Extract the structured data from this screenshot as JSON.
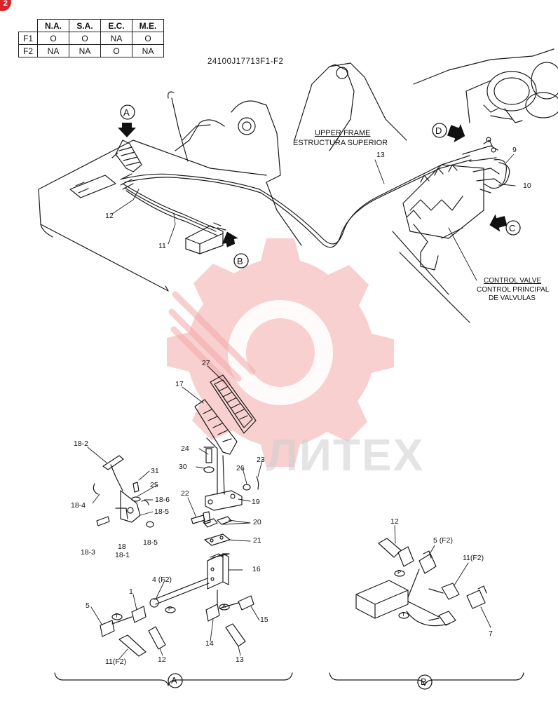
{
  "page_badge": "2",
  "watermark_text": "ЛИТЕХ",
  "applicability_table": {
    "headers": [
      "N.A.",
      "S.A.",
      "E.C.",
      "M.E."
    ],
    "rows": [
      {
        "label": "F1",
        "values": [
          "O",
          "O",
          "NA",
          "O"
        ]
      },
      {
        "label": "F2",
        "values": [
          "NA",
          "NA",
          "O",
          "NA"
        ]
      }
    ]
  },
  "drawing_code": "24100J17713F1-F2",
  "callouts": {
    "a": "A",
    "b": "B",
    "c": "C",
    "d": "D"
  },
  "overview_labels": {
    "upper_frame_en": "UPPER FRAME",
    "upper_frame_es": "ESTRUCTURA SUPERIOR",
    "control_valve_en": "CONTROL VALVE",
    "control_valve_es_1": "CONTROL PRINCIPAL",
    "control_valve_es_2": "DE VALVULAS"
  },
  "overview_parts": [
    "12",
    "11",
    "13",
    "9",
    "10"
  ],
  "detail_a_parts": [
    "27",
    "17",
    "18-2",
    "24",
    "30",
    "26",
    "23",
    "31",
    "25",
    "18-6",
    "18-4",
    "18-5",
    "22",
    "19",
    "20",
    "21",
    "18-3",
    "18",
    "18-1",
    "18-5",
    "16",
    "4 (F2)",
    "1",
    "5",
    "15",
    "14",
    "11(F2)",
    "12",
    "13"
  ],
  "port_marks": {
    "t": "T",
    "p": "P",
    "a": "A"
  },
  "detail_b_parts": [
    "12",
    "5 (F2)",
    "11(F2)",
    "7"
  ],
  "section_labels": {
    "a": "A",
    "b": "B"
  }
}
